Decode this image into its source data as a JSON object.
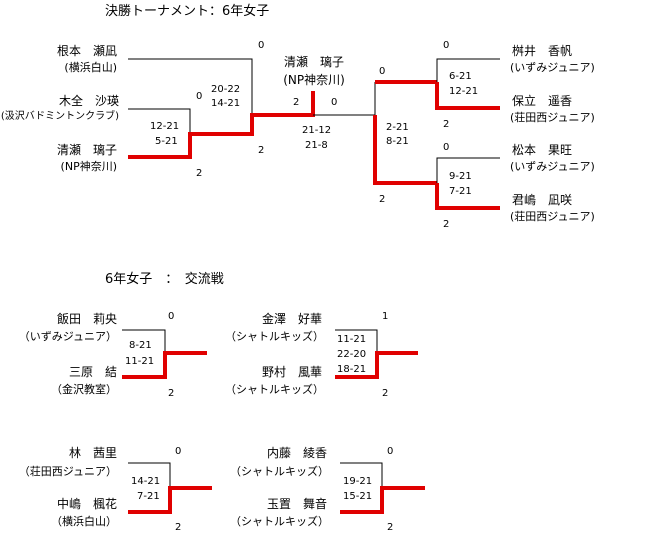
{
  "final": {
    "title": "決勝トーナメント：6年女子",
    "players": [
      {
        "name": "根本　瀬凪",
        "club": "(横浜白山)"
      },
      {
        "name": "木全　沙瑛",
        "club": "(汲沢バドミントンクラブ)"
      },
      {
        "name": "清瀬　璃子",
        "club": "(NP神奈川)"
      },
      {
        "name": "桝井　香帆",
        "club": "(いずみジュニア)"
      },
      {
        "name": "保立　遥香",
        "club": "(荘田西ジュニア)"
      },
      {
        "name": "松本　果旺",
        "club": "(いずみジュニア)"
      },
      {
        "name": "君嶋　凪咲",
        "club": "(荘田西ジュニア)"
      }
    ],
    "champion": {
      "name": "清瀬　璃子",
      "club": "(NP神奈川)"
    },
    "matches": [
      {
        "top": "0",
        "bottom": "2",
        "scores": [
          "12-21",
          "5-21"
        ]
      },
      {
        "top": "0",
        "bottom": "2",
        "scores": [
          "20-22",
          "14-21"
        ]
      },
      {
        "top": "0",
        "bottom": "2",
        "scores": [
          "6-21",
          "12-21"
        ]
      },
      {
        "top": "0",
        "bottom": "2",
        "scores": [
          "9-21",
          "7-21"
        ]
      },
      {
        "top": "0",
        "bottom": "2",
        "scores": [
          "2-21",
          "8-21"
        ]
      },
      {
        "left": "2",
        "right": "0",
        "scores": [
          "21-12",
          "21-8"
        ]
      }
    ]
  },
  "exchange": {
    "title": "6年女子　：　交流戦",
    "matches": [
      {
        "p1": {
          "name": "飯田　莉央",
          "club": "（いずみジュニア）"
        },
        "p2": {
          "name": "三原　結",
          "club": "（金沢教室）"
        },
        "top": "0",
        "bottom": "2",
        "scores": [
          "8-21",
          "11-21"
        ]
      },
      {
        "p1": {
          "name": "金澤　好華",
          "club": "（シャトルキッズ）"
        },
        "p2": {
          "name": "野村　風華",
          "club": "（シャトルキッズ）"
        },
        "top": "1",
        "bottom": "2",
        "scores": [
          "11-21",
          "22-20",
          "18-21"
        ]
      },
      {
        "p1": {
          "name": "林　茜里",
          "club": "（荘田西ジュニア）"
        },
        "p2": {
          "name": "中嶋　楓花",
          "club": "（横浜白山）"
        },
        "top": "0",
        "bottom": "2",
        "scores": [
          "14-21",
          "7-21"
        ]
      },
      {
        "p1": {
          "name": "内藤　綾香",
          "club": "（シャトルキッズ）"
        },
        "p2": {
          "name": "玉置　舞音",
          "club": "（シャトルキッズ）"
        },
        "top": "0",
        "bottom": "2",
        "scores": [
          "19-21",
          "15-21"
        ]
      }
    ]
  },
  "colors": {
    "winner_line": "#e00000"
  }
}
